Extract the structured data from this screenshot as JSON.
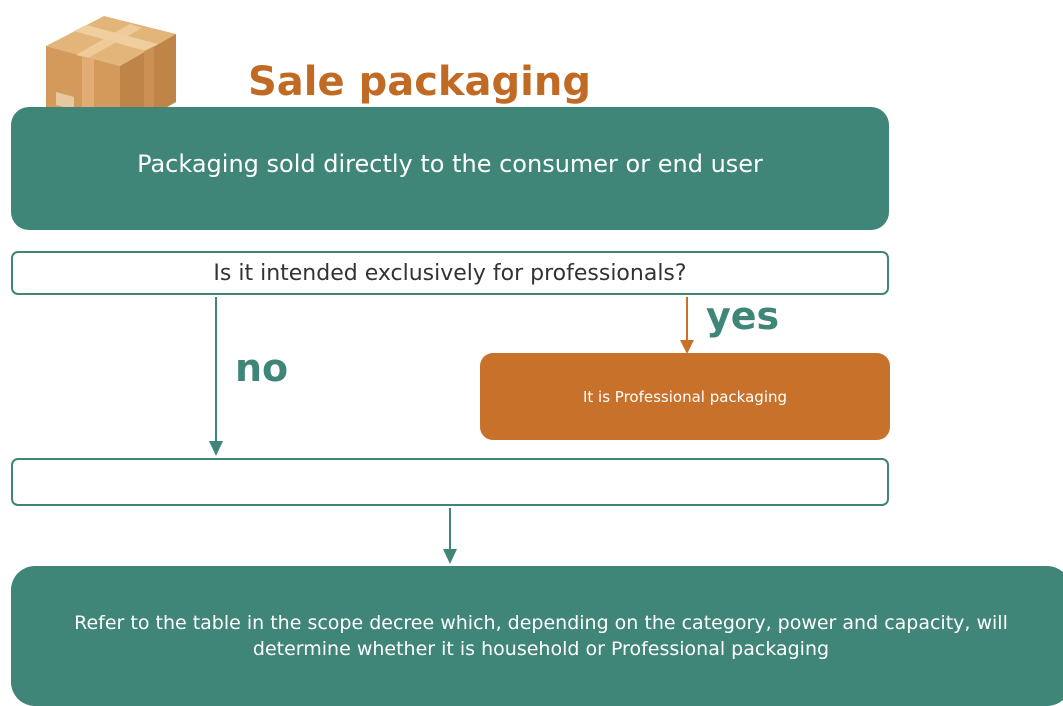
{
  "title": "Sale packaging",
  "boxes": {
    "definition": "Packaging sold directly to the consumer or end user",
    "question": "Is it intended exclusively for professionals?",
    "professional": "It is Professional packaging",
    "empty": "",
    "reference": "Refer to the table in the scope decree which, depending on the category, power and capacity, will determine whether it is household or Professional packaging"
  },
  "labels": {
    "yes": "yes",
    "no": "no"
  },
  "colors": {
    "teal": "#3f8578",
    "orange": "#c8712a",
    "title": "#c06a23"
  },
  "icons": {
    "box": "cardboard-box-icon"
  }
}
